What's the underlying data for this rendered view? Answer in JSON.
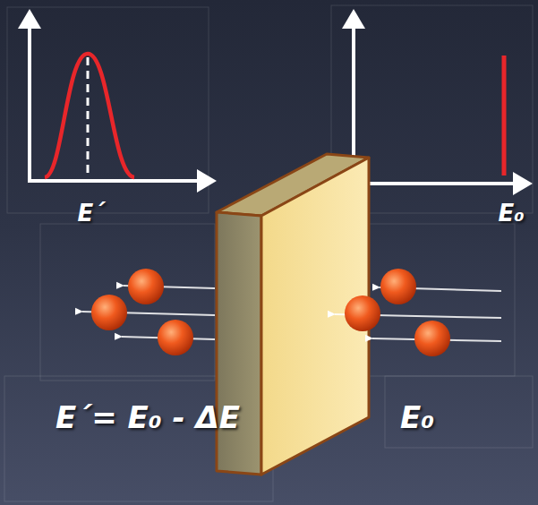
{
  "diagram": {
    "labels": [
      "E´",
      "E₀",
      "E´= E₀ - ΔE",
      "E₀"
    ]
  }
}
